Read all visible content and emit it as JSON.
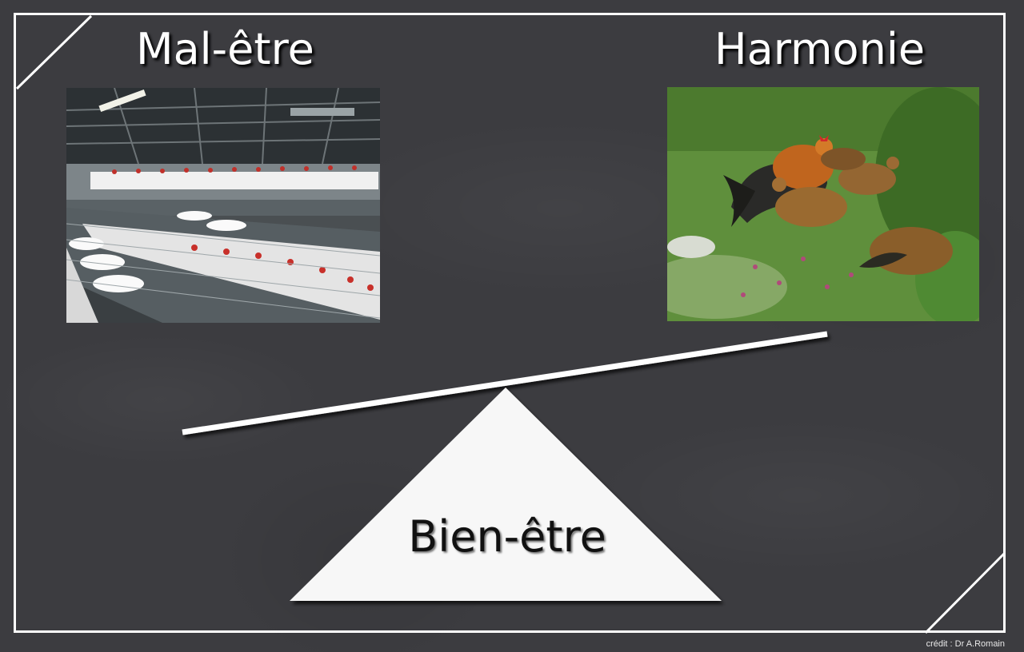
{
  "slide": {
    "title_left": "Mal-être",
    "title_right": "Harmonie",
    "fulcrum_label": "Bien-être",
    "credit": "crédit : Dr A.Romain"
  },
  "images": {
    "left": "battery-cage-hens-photo",
    "right": "free-range-chickens-photo"
  },
  "colors": {
    "background": "#3c3c40",
    "chalk": "#ffffff",
    "fulcrum_text": "#111111"
  }
}
